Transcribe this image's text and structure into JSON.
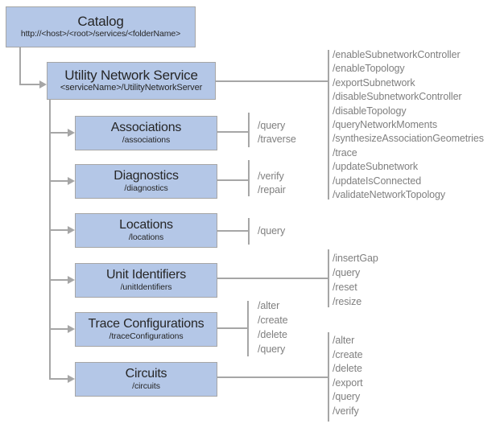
{
  "palette": {
    "box-fill": "#b4c7e7",
    "box-border": "#a6a6a6",
    "line": "#a6a6a6",
    "ops-text": "#7f7f7f",
    "box-text": "#262626"
  },
  "catalog": {
    "title": "Catalog",
    "subtitle": "http://<host>/<root>/services/<folderName>"
  },
  "service": {
    "title": "Utility Network Service",
    "subtitle": "<serviceName>/UtilityNetworkServer",
    "operations": [
      "/enableSubnetworkController",
      "/enableTopology",
      "/exportSubnetwork",
      "/disableSubnetworkController",
      "/disableTopology",
      "/queryNetworkMoments",
      "/synthesizeAssociationGeometries",
      "/trace",
      "/updateSubnetwork",
      "/updateIsConnected",
      "/validateNetworkTopology"
    ]
  },
  "resources": [
    {
      "title": "Associations",
      "subtitle": "/associations",
      "operations": [
        "/query",
        "/traverse"
      ]
    },
    {
      "title": "Diagnostics",
      "subtitle": "/diagnostics",
      "operations": [
        "/verify",
        "/repair"
      ]
    },
    {
      "title": "Locations",
      "subtitle": "/locations",
      "operations": [
        "/query"
      ]
    },
    {
      "title": "Unit Identifiers",
      "subtitle": "/unitIdentifiers",
      "operations": [
        "/insertGap",
        "/query",
        "/reset",
        "/resize"
      ]
    },
    {
      "title": "Trace Configurations",
      "subtitle": "/traceConfigurations",
      "operations": [
        "/alter",
        "/create",
        "/delete",
        "/query"
      ]
    },
    {
      "title": "Circuits",
      "subtitle": "/circuits",
      "operations": [
        "/alter",
        "/create",
        "/delete",
        "/export",
        "/query",
        "/verify"
      ]
    }
  ]
}
